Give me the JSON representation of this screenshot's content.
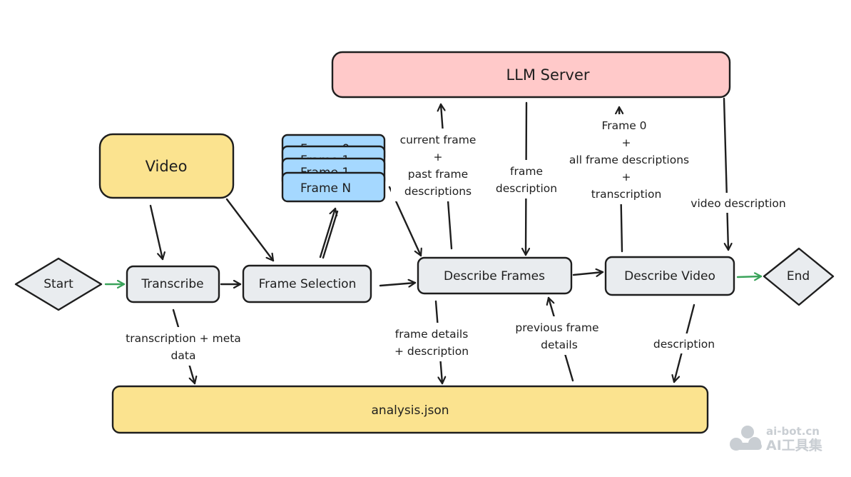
{
  "colors": {
    "yellow": "#fbe38f",
    "pink": "#ffc9c9",
    "blue": "#a5d8ff",
    "gray": "#e9ecef",
    "green_arrow": "#3aa35a",
    "stroke": "#1e1e1e"
  },
  "nodes": {
    "llm_server": "LLM Server",
    "video": "Video",
    "frames": [
      "Frame 0",
      "Frame 1",
      "Frame 1",
      "Frame N"
    ],
    "start": "Start",
    "transcribe": "Transcribe",
    "frame_selection": "Frame Selection",
    "describe_frames": "Describe Frames",
    "describe_video": "Describe Video",
    "end": "End",
    "analysis": "analysis.json"
  },
  "edge_labels": {
    "current_frame": [
      "current frame",
      "+",
      "past frame",
      "descriptions"
    ],
    "frame_description": [
      "frame",
      "description"
    ],
    "frame0_all": [
      "Frame 0",
      "+",
      "all frame descriptions",
      "+",
      "transcription"
    ],
    "video_description": "video description",
    "transcription_meta": [
      "transcription + meta",
      "data"
    ],
    "frame_details": [
      "frame details",
      "+ description"
    ],
    "previous_frame": [
      "previous frame",
      "details"
    ],
    "description": "description"
  },
  "watermark": {
    "line1": "ai-bot.cn",
    "line2": "AI工具集"
  }
}
